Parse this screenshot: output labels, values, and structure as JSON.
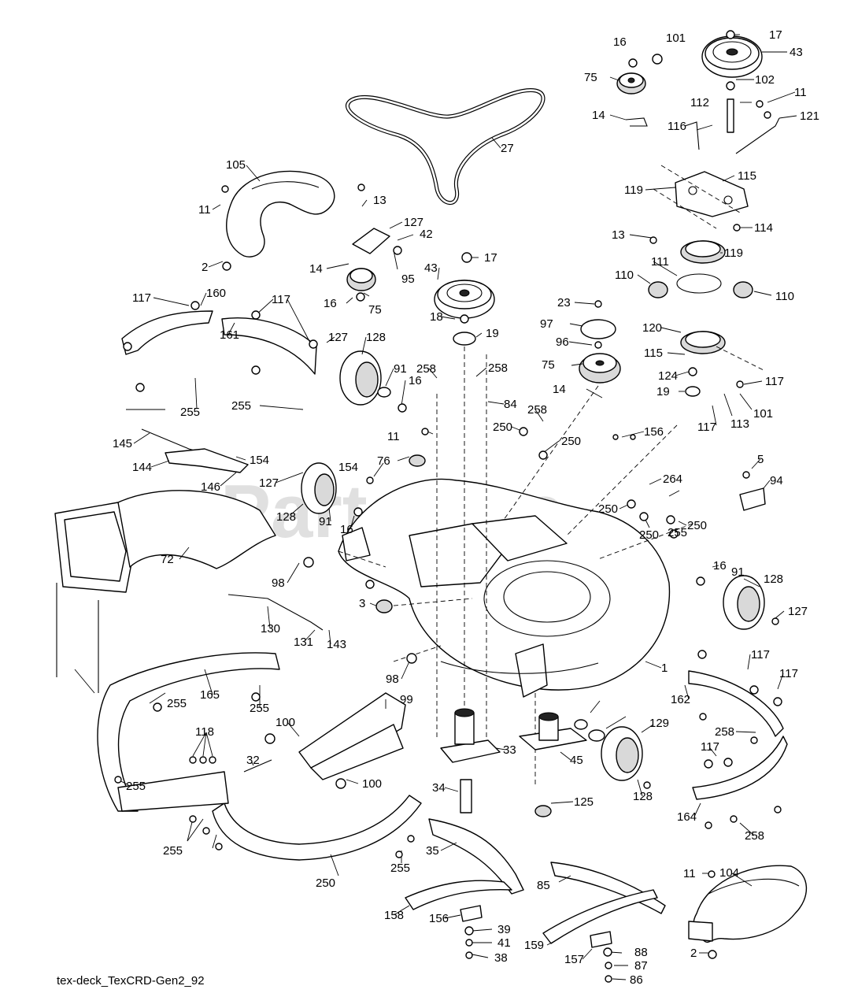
{
  "watermark": "PartsTree",
  "footer_label": "tex-deck_TexCRD-Gen2_92",
  "callouts": [
    "1",
    "2",
    "2",
    "3",
    "5",
    "11",
    "11",
    "11",
    "11",
    "13",
    "13",
    "14",
    "14",
    "14",
    "16",
    "16",
    "16",
    "16",
    "16",
    "17",
    "17",
    "18",
    "19",
    "19",
    "23",
    "27",
    "32",
    "33",
    "34",
    "35",
    "38",
    "39",
    "41",
    "42",
    "43",
    "43",
    "45",
    "72",
    "75",
    "75",
    "75",
    "76",
    "84",
    "85",
    "86",
    "87",
    "88",
    "91",
    "91",
    "91",
    "94",
    "95",
    "96",
    "97",
    "98",
    "98",
    "99",
    "100",
    "100",
    "101",
    "101",
    "102",
    "104",
    "105",
    "110",
    "110",
    "111",
    "112",
    "113",
    "114",
    "115",
    "115",
    "116",
    "117",
    "117",
    "117",
    "117",
    "117",
    "117",
    "117",
    "118",
    "119",
    "119",
    "120",
    "121",
    "124",
    "125",
    "127",
    "127",
    "127",
    "127",
    "128",
    "128",
    "128",
    "128",
    "129",
    "130",
    "131",
    "143",
    "144",
    "145",
    "146",
    "154",
    "154",
    "156",
    "156",
    "157",
    "158",
    "159",
    "160",
    "161",
    "162",
    "164",
    "165",
    "250",
    "250",
    "250",
    "250",
    "250",
    "250",
    "255",
    "255",
    "255",
    "255",
    "255",
    "255",
    "255",
    "255",
    "258",
    "258",
    "258",
    "258",
    "258",
    "264"
  ]
}
